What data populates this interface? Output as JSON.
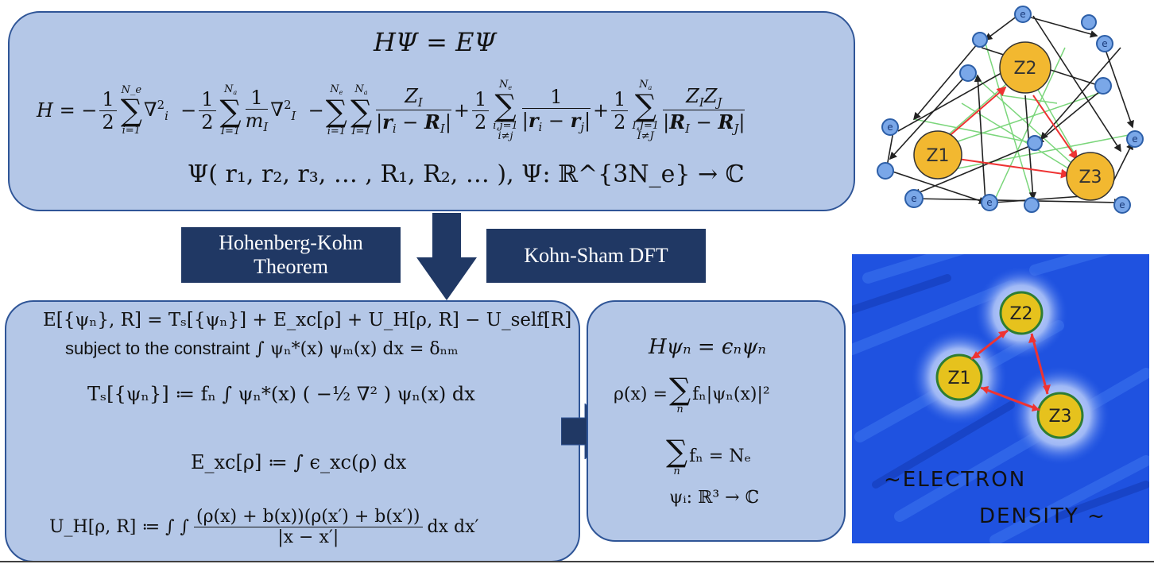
{
  "top_box": {
    "schrodinger": "HΨ = EΨ",
    "hamiltonian": {
      "lhs": "H = −",
      "t1_lim_top": "N_e",
      "t1_lim_bot": "i=1",
      "t1_op": "∇",
      "t2_lim_top": "N",
      "t2_lim_bot": "I=1",
      "t2_mass": "m",
      "t3_lim1_top": "N",
      "t3_lim1_bot": "i=1",
      "t3_lim2_top": "N",
      "t3_lim2_bot": "I=1",
      "t3_num": "Z",
      "t3_den": "|r − R|",
      "t4_lim_top": "N",
      "t4_lim_bot": "i,j=1",
      "t4_cond": "i≠j",
      "t4_den": "|r − r|",
      "t5_lim_top": "N",
      "t5_lim_bot": "I,J=1",
      "t5_cond": "I≠J",
      "t5_num": "ZZ",
      "t5_den": "|R − R|"
    },
    "wavefunction": "Ψ( r₁, r₂, r₃, … , R₁, R₂, … ), Ψ: ℝ^{3N_e} → ℂ"
  },
  "labels": {
    "hk": "Hohenberg-Kohn Theorem",
    "ks": "Kohn-Sham DFT"
  },
  "bottom_left": {
    "energy": "E[{ψₙ}, R] = Tₛ[{ψₙ}] + E_xc[ρ] + U_H[ρ, R] − U_self[R]",
    "constraint_text": "subject to the constraint",
    "constraint_eq": "∫ ψₙ*(x) ψₘ(x) dx = δₙₘ",
    "kinetic": "Tₛ[{ψₙ}] ≔ fₙ ∫ ψₙ*(x) ( −½ ∇² ) ψₙ(x) dx",
    "xc": "E_xc[ρ] ≔ ∫ ϵ_xc(ρ) dx",
    "hartree_lhs": "U_H[ρ, R] ≔ ∫ ∫",
    "hartree_num": "(ρ(x) + b(x))(ρ(x′) + b(x′))",
    "hartree_den": "|x − x′|",
    "hartree_tail": "dx dx′"
  },
  "bottom_right": {
    "ks_eq": "Hψₙ = ϵₙψₙ",
    "density_lhs": "ρ(x) =",
    "density_body": "fₙ|ψₙ(x)|²",
    "sum_lim": "n",
    "norm_body": "fₙ = Nₑ",
    "map": "ψᵢ: ℝ³ → ℂ"
  },
  "illus_top": {
    "nuclei": [
      "Z2",
      "Z1",
      "Z3"
    ],
    "electron_glyph": "e"
  },
  "illus_bottom": {
    "nuclei": [
      "Z2",
      "Z1",
      "Z3"
    ],
    "caption_line1": "~ELECTRON",
    "caption_line2": "DENSITY ~"
  },
  "colors": {
    "box_fill": "#b4c7e7",
    "box_border": "#2f5597",
    "label_fill": "#203864",
    "arrow_fill": "#203864",
    "nucleus": "#f2b830",
    "electron": "#5b8fd9",
    "density_bg": "#1f52e0"
  }
}
